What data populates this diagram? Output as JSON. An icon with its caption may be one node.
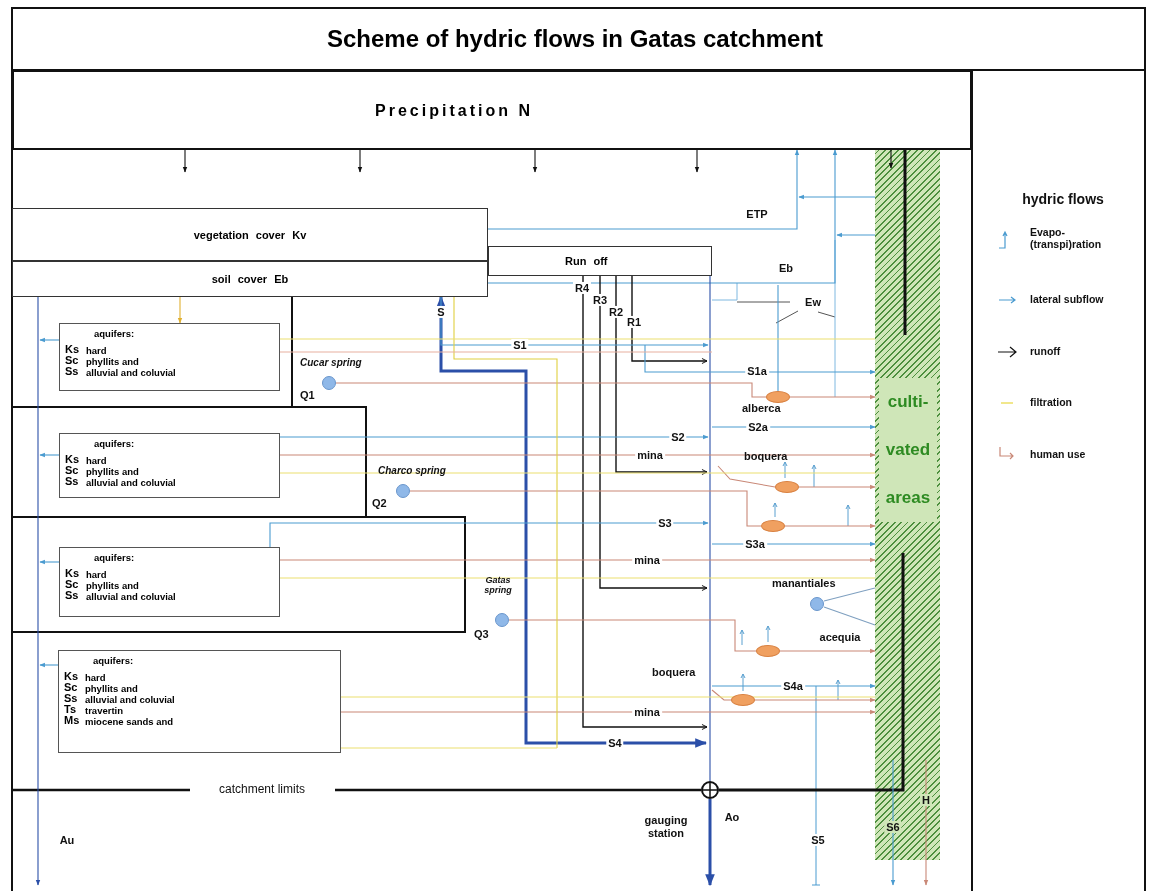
{
  "diagram": {
    "title": "Scheme of hydric flows in Gatas catchment",
    "nodes": [
      {
        "text": [
          "Precipitation N"
        ]
      },
      {
        "text": [
          "vegetation cover Kv"
        ]
      },
      {
        "text": [
          "soil cover Eb"
        ]
      },
      {
        "text": [
          "Run off"
        ]
      },
      {
        "text": [
          "aquifers:",
          "Ks",
          "hard",
          "Sc",
          "phyllits and",
          "Ss",
          "alluvial and coluvial"
        ]
      },
      {
        "text": [
          "aquifers:",
          "Ks",
          "hard",
          "Sc",
          "phyllits and",
          "Ss",
          "alluvial and coluvial"
        ]
      },
      {
        "text": [
          "aquifers:",
          "Ks",
          "hard",
          "Sc",
          "phyllits and",
          "Ss",
          "alluvial and coluvial"
        ]
      },
      {
        "text": [
          "aquifers:",
          "Ks",
          "hard",
          "Sc",
          "phyllits and",
          "Ss",
          "alluvial and coluvial",
          "Ts",
          "travertin",
          "Ms",
          "miocene sands and"
        ]
      },
      {
        "text": [],
        "shape": "circle",
        "beside": [
          "Cucar spring",
          "Q1"
        ]
      },
      {
        "text": [],
        "shape": "circle",
        "beside": [
          "Charco spring",
          "Q2"
        ]
      },
      {
        "text": [],
        "shape": "circle",
        "beside": [
          "Gatas spring",
          "Q3"
        ]
      },
      {
        "text": [],
        "shape": "ellipse",
        "beside": [
          "alberca"
        ]
      },
      {
        "text": [],
        "shape": "ellipse",
        "beside": [
          "boquera"
        ]
      },
      {
        "text": [],
        "shape": "ellipse"
      },
      {
        "text": [],
        "shape": "ellipse"
      },
      {
        "text": [],
        "shape": "ellipse",
        "beside": [
          "boquera"
        ]
      },
      {
        "text": [],
        "shape": "circle",
        "beside": [
          "manantiales"
        ]
      },
      {
        "text": [
          "culti- vated areas"
        ]
      },
      {
        "text": [],
        "shape": "circle",
        "beside": [
          "gauging station"
        ]
      }
    ],
    "edges": [
      {
        "from": 0,
        "to": null,
        "arrow": "to",
        "color": "#111111"
      },
      {
        "from": 0,
        "to": null,
        "arrow": "to",
        "color": "#111111"
      },
      {
        "from": 0,
        "to": null,
        "arrow": "to",
        "color": "#111111"
      },
      {
        "from": 0,
        "to": null,
        "arrow": "to",
        "color": "#111111"
      },
      {
        "from": 0,
        "to": 17,
        "arrow": "to",
        "color": "#111111"
      },
      {
        "from": 1,
        "to": 0,
        "arrow": "to",
        "label": "ETP",
        "color": "#4a9bd0"
      },
      {
        "from": 17,
        "to": null,
        "arrow": "to",
        "color": "#4a9bd0"
      },
      {
        "from": 2,
        "to": 0,
        "arrow": "to",
        "label": "Eb",
        "color": "#4a9bd0"
      },
      {
        "from": 17,
        "to": null,
        "arrow": "to",
        "color": "#4a9bd0"
      },
      {
        "from": 3,
        "to": 18,
        "arrow": "none",
        "color": "#2b4fa8"
      },
      {
        "from": 18,
        "to": null,
        "arrow": "to",
        "label": "Ao",
        "style": "thick",
        "color": "#2b4fa8"
      },
      {
        "from": 3,
        "to": null,
        "arrow": "to",
        "label": "R1",
        "color": "#111111"
      },
      {
        "from": 3,
        "to": null,
        "arrow": "to",
        "label": "R2",
        "color": "#111111"
      },
      {
        "from": 3,
        "to": null,
        "arrow": "to",
        "label": "R3",
        "color": "#111111"
      },
      {
        "from": 3,
        "to": null,
        "arrow": "to",
        "label": "R4",
        "color": "#111111"
      },
      {
        "from": 2,
        "to": null,
        "arrow": "both",
        "label": "S4",
        "style": "thick",
        "color": "#2b4fa8"
      },
      {
        "from": 2,
        "to": null,
        "arrow": "to",
        "label": "S1",
        "color": "#4a9bd0"
      },
      {
        "from": 5,
        "to": null,
        "arrow": "to",
        "label": "S2",
        "color": "#4a9bd0"
      },
      {
        "from": 6,
        "to": null,
        "arrow": "to",
        "label": "S3",
        "color": "#4a9bd0"
      },
      {
        "from": null,
        "to": 17,
        "arrow": "to",
        "label": "S1a",
        "color": "#4a9bd0"
      },
      {
        "from": null,
        "to": 17,
        "arrow": "to",
        "label": "S2a",
        "color": "#4a9bd0"
      },
      {
        "from": null,
        "to": 17,
        "arrow": "to",
        "label": "S3a",
        "color": "#4a9bd0"
      },
      {
        "from": null,
        "to": 17,
        "arrow": "to",
        "label": "S4a",
        "color": "#4a9bd0"
      },
      {
        "from": 5,
        "to": 17,
        "arrow": "to",
        "label": "mina",
        "color": "#c98877"
      },
      {
        "from": 6,
        "to": 17,
        "arrow": "to",
        "label": "mina",
        "color": "#c98877"
      },
      {
        "from": 7,
        "to": 17,
        "arrow": "to",
        "label": "mina",
        "color": "#c98877"
      },
      {
        "from": 8,
        "to": 11,
        "arrow": "none",
        "color": "#c98877"
      },
      {
        "from": 11,
        "to": 17,
        "arrow": "to",
        "color": "#c98877"
      },
      {
        "from": null,
        "to": 12,
        "arrow": "none",
        "color": "#c98877"
      },
      {
        "from": 12,
        "to": 17,
        "arrow": "to",
        "color": "#c98877"
      },
      {
        "from": 9,
        "to": 13,
        "arrow": "none",
        "color": "#c98877"
      },
      {
        "from": 13,
        "to": 17,
        "arrow": "to",
        "color": "#c98877"
      },
      {
        "from": 10,
        "to": 14,
        "arrow": "none",
        "color": "#c98877"
      },
      {
        "from": 14,
        "to": 17,
        "arrow": "to",
        "color": "#c98877"
      },
      {
        "from": null,
        "to": 15,
        "arrow": "none",
        "color": "#c98877"
      },
      {
        "from": 15,
        "to": 17,
        "arrow": "to",
        "color": "#c98877"
      },
      {
        "from": 16,
        "to": 17,
        "arrow": "none",
        "color": "#7fa0c0"
      },
      {
        "from": 16,
        "to": 17,
        "arrow": "none",
        "color": "#7fa0c0"
      },
      {
        "from": 17,
        "to": 18,
        "arrow": "none",
        "style": "thick",
        "color": "#111111"
      },
      {
        "from": 17,
        "to": null,
        "arrow": "to",
        "label": "S6",
        "color": "#4a9bd0"
      },
      {
        "from": 17,
        "to": null,
        "arrow": "to",
        "label": "H",
        "color": "#c98877"
      },
      {
        "from": 2,
        "to": null,
        "arrow": "to",
        "label": "Au",
        "color": "#2b4fa8"
      },
      {
        "from": 4,
        "to": null,
        "arrow": "to",
        "color": "#4a9bd0"
      },
      {
        "from": 5,
        "to": null,
        "arrow": "to",
        "color": "#4a9bd0"
      },
      {
        "from": 6,
        "to": null,
        "arrow": "to",
        "color": "#4a9bd0"
      },
      {
        "from": 7,
        "to": null,
        "arrow": "to",
        "color": "#4a9bd0"
      },
      {
        "from": 2,
        "to": 4,
        "arrow": "to",
        "color": "#e0b030"
      },
      {
        "from": 2,
        "to": null,
        "arrow": "none",
        "color": "#e0d040"
      },
      {
        "from": 11,
        "to": null,
        "arrow": "none",
        "color": "#4a9bd0"
      },
      {
        "from": 0,
        "to": 17,
        "arrow": "none",
        "style": "thick",
        "color": "#111111"
      },
      {
        "from": 4,
        "to": 17,
        "arrow": "none",
        "color": "#ece070"
      },
      {
        "from": 5,
        "to": 17,
        "arrow": "none",
        "color": "#ece070"
      },
      {
        "from": 6,
        "to": 17,
        "arrow": "none",
        "color": "#ece070"
      },
      {
        "from": 7,
        "to": 17,
        "arrow": "none",
        "color": "#ece070"
      },
      {
        "from": 7,
        "to": null,
        "arrow": "none",
        "color": "#ece070"
      },
      {
        "from": 4,
        "to": null,
        "arrow": "none",
        "color": "#e8b0a0"
      }
    ],
    "labels": [
      "S",
      "Ew",
      "acequia",
      "catchment limits",
      "S5",
      "hydric flows"
    ],
    "legend": [
      {
        "text": "Evapo- (transpi)ration"
      },
      {
        "text": "lateral subflow"
      },
      {
        "text": "runoff"
      },
      {
        "text": "filtration"
      },
      {
        "text": "human use"
      }
    ]
  }
}
